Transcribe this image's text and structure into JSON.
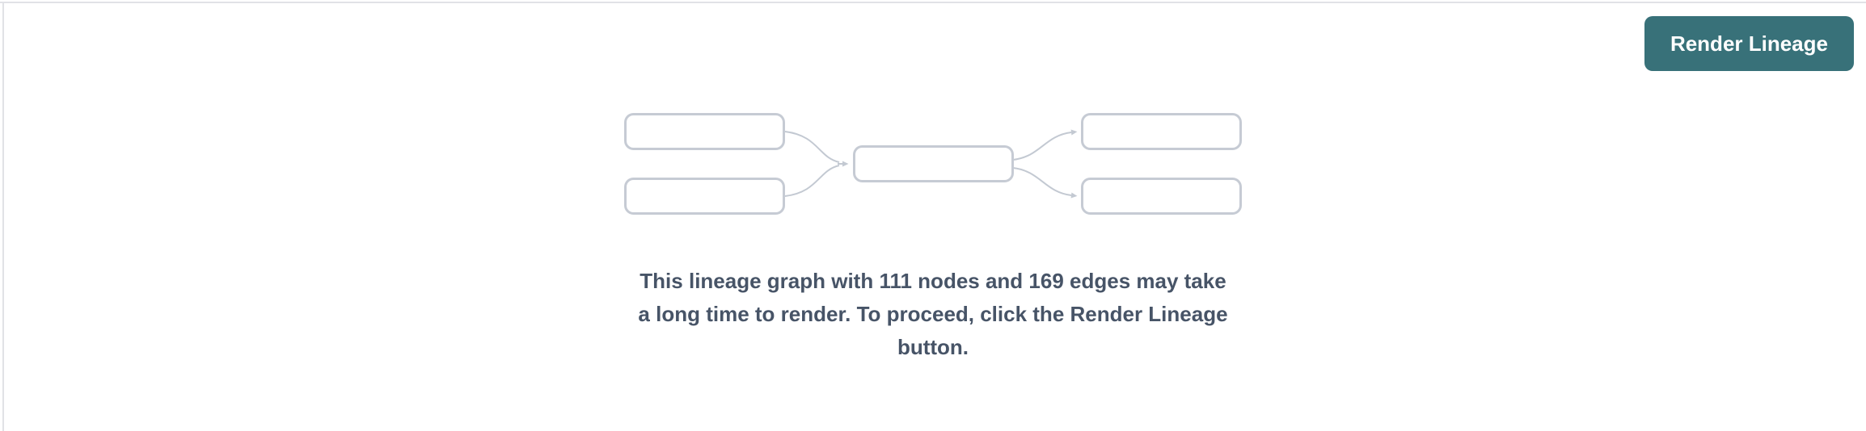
{
  "colors": {
    "background": "#ffffff",
    "panel-border": "#e1e2e6",
    "accent-teal": "#387179",
    "button-text": "#ffffff",
    "message-text": "#475467",
    "node-border": "#c6cbd4",
    "edge-stroke": "#c3c9d2"
  },
  "toolbar": {
    "render_button_label": "Render Lineage"
  },
  "lineage_placeholder": {
    "node_count": "111",
    "edge_count": "169",
    "message_lines": [
      "This lineage graph with 111 nodes and 169 edges may take",
      "a long time to render. To proceed, click the Render Lineage",
      "button."
    ]
  }
}
